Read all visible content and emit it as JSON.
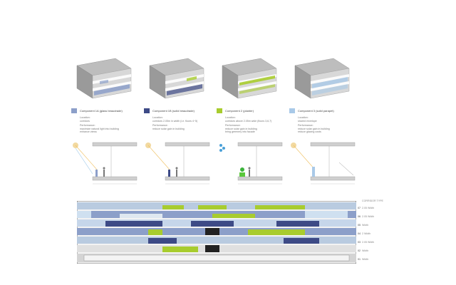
{
  "components": [
    {
      "title": "Component 1A (glass beaudrade)",
      "location_label": "Location:",
      "location": "corridors",
      "performance_label": "Performance:",
      "performance_1": "maximize natural light into building",
      "performance_2": "enhance views",
      "color": "#8c9fc9"
    },
    {
      "title": "Component 1B (solid beaudrade)",
      "location_label": "Location:",
      "location": "corridors 2.05m in width (i.e. floors 4~5)",
      "performance_label": "Performance:",
      "performance_1": "reduce solar gain in building",
      "performance_2": "",
      "color": "#3d4a86"
    },
    {
      "title": "Component 2 (planter)",
      "location_label": "Location:",
      "location": "corridors above 2.05m wide (floors 3,6,7)",
      "performance_label": "Performance:",
      "performance_1": "reduce solar gain in building",
      "performance_2": "bring greenery into facade",
      "color": "#a8cc2e"
    },
    {
      "title": "Component 3 (solid parapet)",
      "location_label": "Location:",
      "location": "shared envelope",
      "performance_label": "Performance:",
      "performance_1": "reduce solar gain in building",
      "performance_2": "reduce glazing costs",
      "color": "#a9c9e8"
    }
  ],
  "elevation": {
    "header": "CORRIDOR TYPE",
    "floors": [
      {
        "num": "07",
        "label": "2.05 Width"
      },
      {
        "num": "06",
        "label": "2.05 Width"
      },
      {
        "num": "05",
        "label": "Width"
      },
      {
        "num": "04",
        "label": "2 Width"
      },
      {
        "num": "03",
        "label": "2.05 Width"
      },
      {
        "num": "02",
        "label": "Width"
      },
      {
        "num": "01",
        "label": "Width"
      }
    ]
  }
}
